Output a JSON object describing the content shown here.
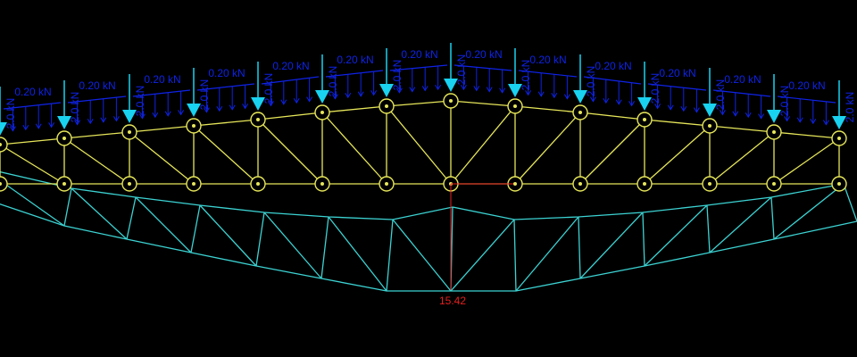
{
  "view": {
    "background": "#000000",
    "colors": {
      "original_truss": "#e6e65a",
      "deformed_truss": "#3cd2d2",
      "point_load": "#19d2f0",
      "distributed_load": "#0f23e6",
      "dimension": "#e61e1e",
      "node_dot": "#e6e65a"
    }
  },
  "loads": {
    "point_load_label": "2.0 kN",
    "distributed_load_label": "0.20 kN"
  },
  "result": {
    "max_deflection_label": "15.42"
  }
}
